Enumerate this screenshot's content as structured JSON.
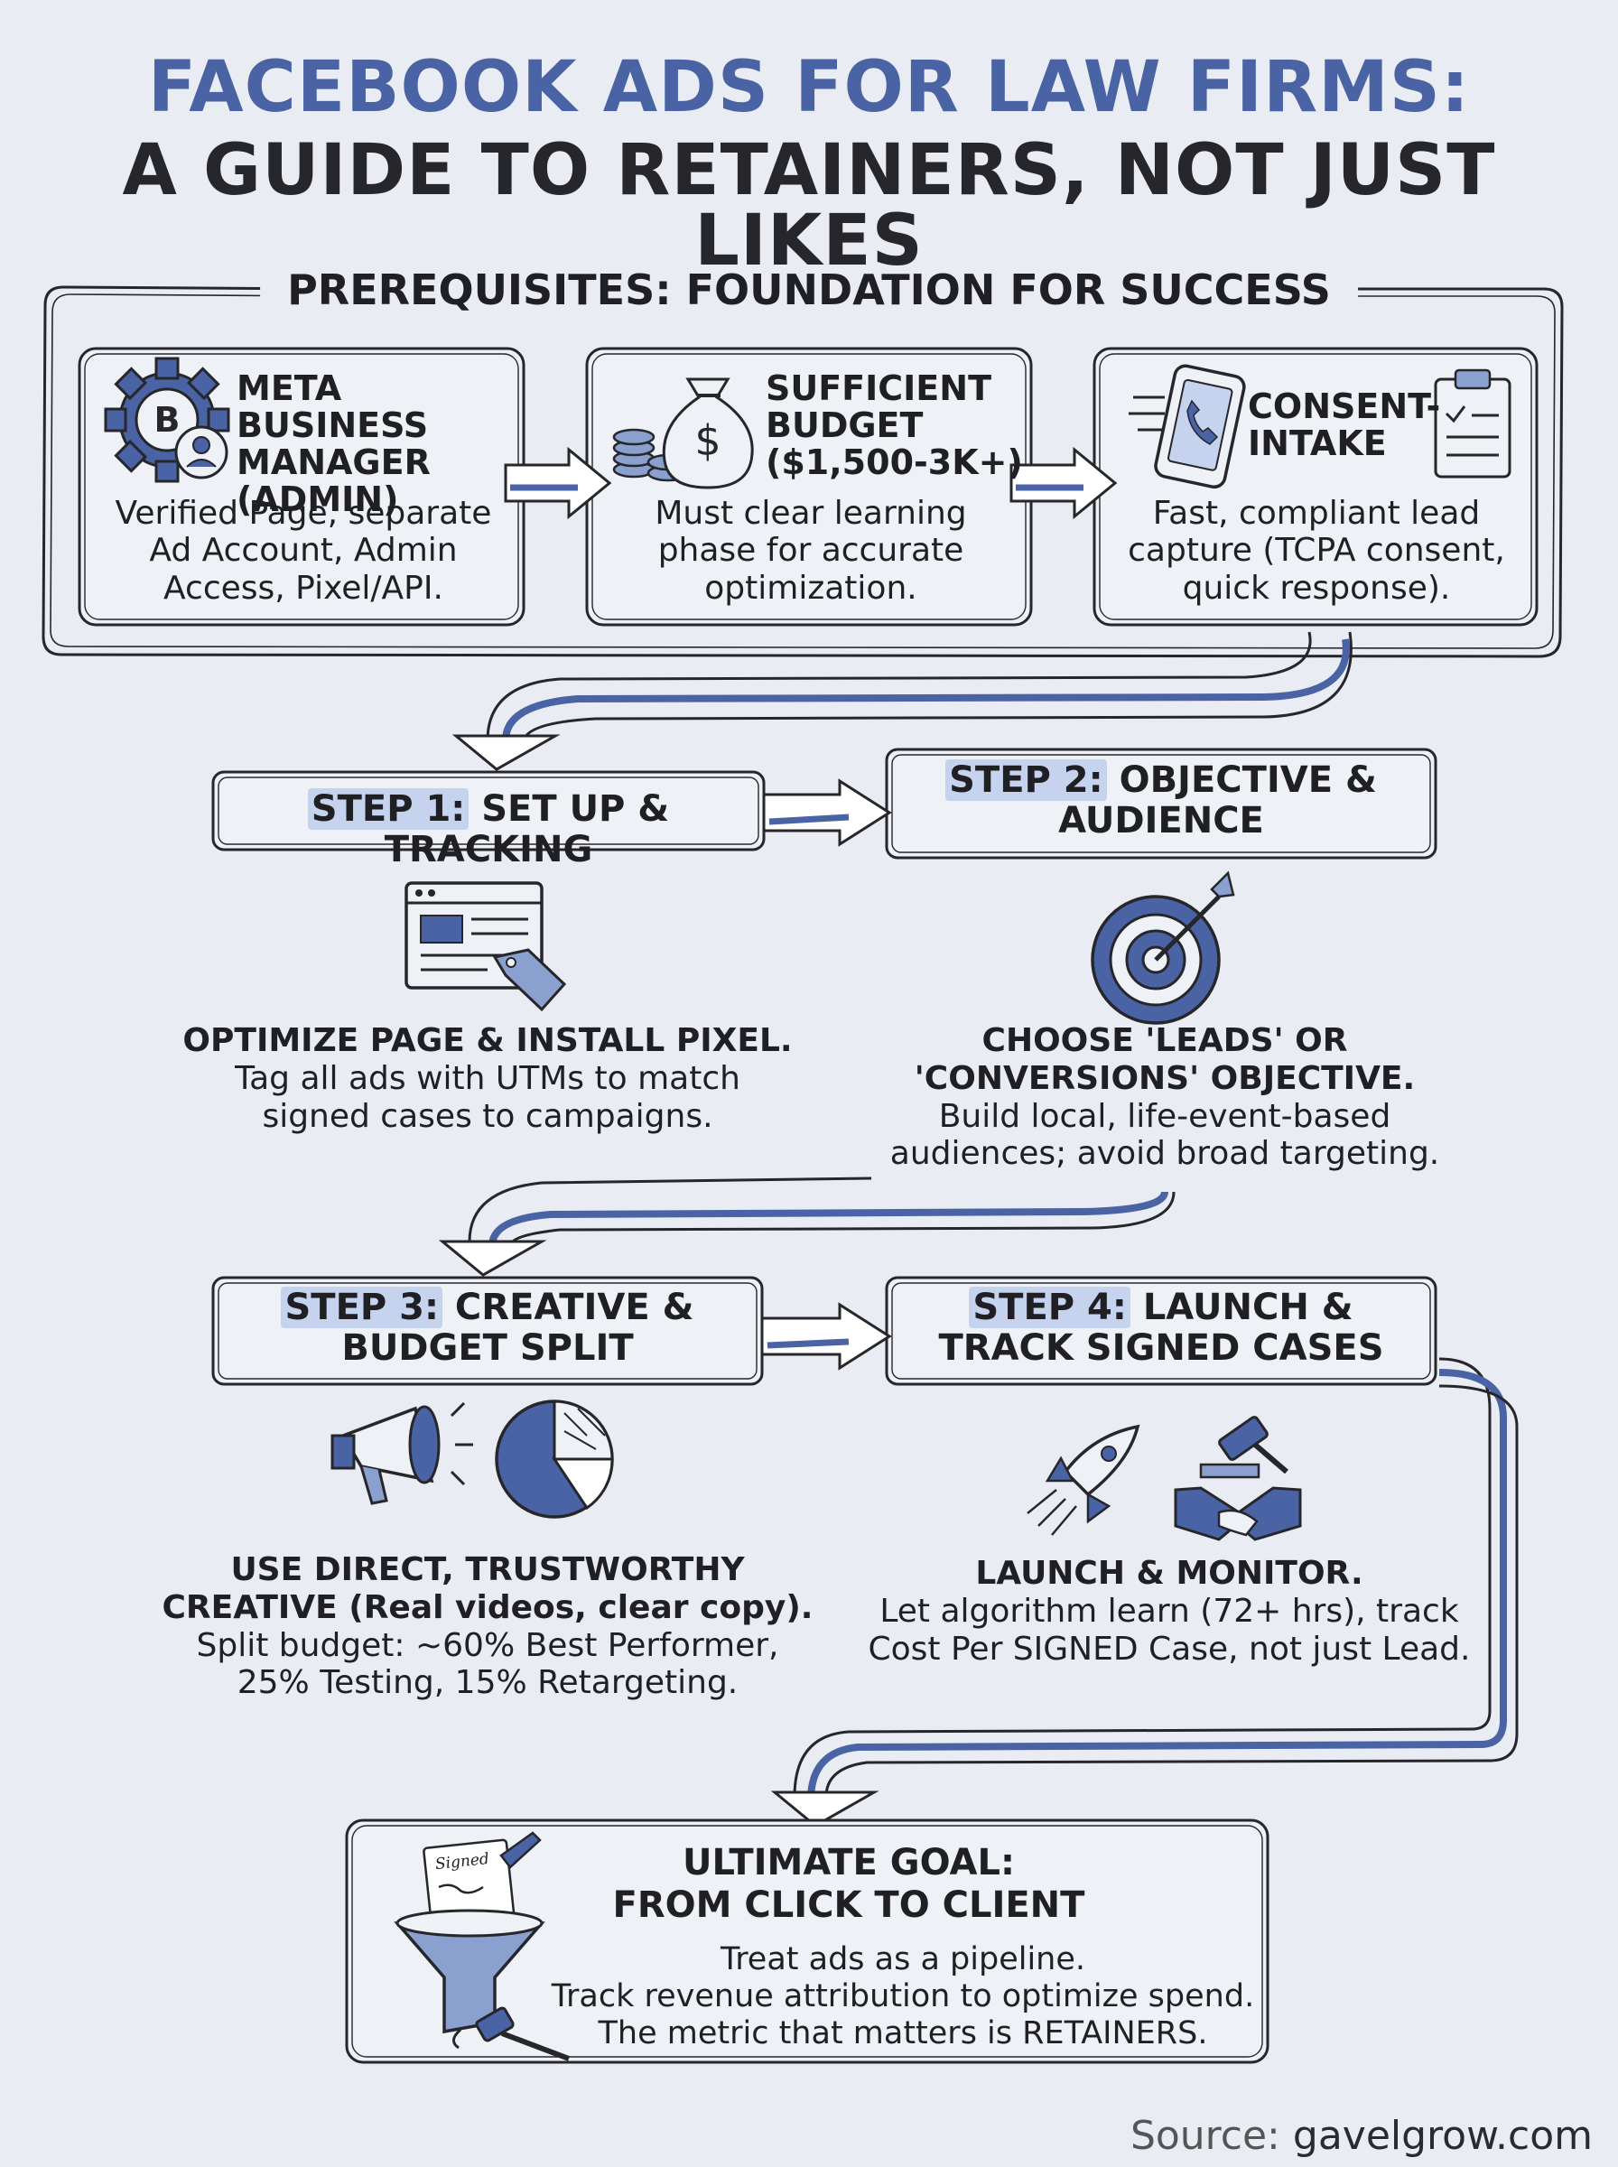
{
  "title": {
    "line1": "FACEBOOK ADS FOR LAW FIRMS:",
    "line2": "A GUIDE TO RETAINERS, NOT JUST LIKES"
  },
  "prerequisites": {
    "heading": "PREREQUISITES: FOUNDATION FOR SUCCESS",
    "cards": [
      {
        "title_lines": [
          "META BUSINESS",
          "MANAGER",
          "(ADMIN)"
        ],
        "body_lines": [
          "Verified Page, separate",
          "Ad Account, Admin",
          "Access, Pixel/API."
        ],
        "icon": "gear-user-icon"
      },
      {
        "title_lines": [
          "SUFFICIENT",
          "BUDGET",
          "($1,500-3K+)"
        ],
        "body_lines": [
          "Must clear learning",
          "phase for accurate",
          "optimization."
        ],
        "icon": "money-bag-icon"
      },
      {
        "title_lines": [
          "CONSENT-",
          "INTAKE"
        ],
        "body_lines": [
          "Fast, compliant lead",
          "capture (TCPA consent,",
          "quick response)."
        ],
        "icon": "phone-clipboard-icon"
      }
    ]
  },
  "steps": [
    {
      "label": "STEP 1:",
      "title_rest": "SET UP & TRACKING",
      "caption": "OPTIMIZE PAGE & INSTALL PIXEL.",
      "desc_lines": [
        "Tag all ads with UTMs to match",
        "signed cases to campaigns."
      ],
      "icon": "webpage-tag-icon"
    },
    {
      "label": "STEP 2:",
      "title_rest": "OBJECTIVE &",
      "title_line2": "AUDIENCE",
      "caption_lines": [
        "CHOOSE 'LEADS' OR",
        "'CONVERSIONS' OBJECTIVE."
      ],
      "desc_lines": [
        "Build local, life-event-based",
        "audiences; avoid broad targeting."
      ],
      "icon": "target-icon"
    },
    {
      "label": "STEP 3:",
      "title_rest": "CREATIVE &",
      "title_line2": "BUDGET SPLIT",
      "caption_lines": [
        "USE DIRECT, TRUSTWORTHY",
        "CREATIVE (Real videos, clear copy)."
      ],
      "desc_lines": [
        "Split budget: ~60% Best Performer,",
        "25% Testing, 15% Retargeting."
      ],
      "icon": "megaphone-pie-icon"
    },
    {
      "label": "STEP 4:",
      "title_rest": "LAUNCH &",
      "title_line2": "TRACK SIGNED CASES",
      "caption": "LAUNCH & MONITOR.",
      "desc_lines": [
        "Let algorithm learn (72+ hrs), track",
        "Cost Per SIGNED Case, not just Lead."
      ],
      "icon": "rocket-gavel-icon"
    }
  ],
  "goal": {
    "title_lines": [
      "ULTIMATE GOAL:",
      "FROM CLICK TO CLIENT"
    ],
    "body_lines": [
      "Treat ads as a pipeline.",
      "Track revenue attribution to optimize spend.",
      "The metric that matters is RETAINERS."
    ],
    "icon_text": "Signed"
  },
  "source": {
    "label": "Source:",
    "value": "gavelgrow.com"
  },
  "colors": {
    "accent": "#4a63a5",
    "highlight": "#c6d3ee",
    "ink": "#26262b",
    "background": "#e9ecf2"
  }
}
